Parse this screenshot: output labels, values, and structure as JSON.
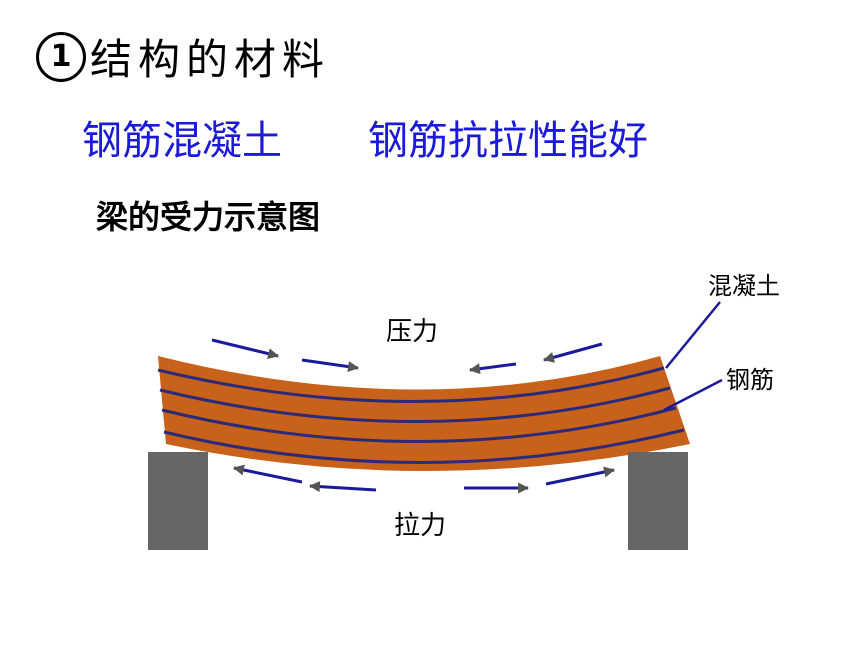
{
  "heading": {
    "number": "1",
    "text": "结构的材料"
  },
  "subtitle": {
    "left": "钢筋混凝土",
    "right": "钢筋抗拉性能好"
  },
  "diagram": {
    "title": "梁的受力示意图",
    "label_compression": "压力",
    "label_tension": "拉力",
    "label_concrete": "混凝土",
    "label_steel": "钢筋",
    "colors": {
      "concrete": "#c8611a",
      "steel": "#2a2a7a",
      "support": "#666666",
      "arrow": "#1a1a9a",
      "subtitle": "#1a1ad8"
    }
  }
}
